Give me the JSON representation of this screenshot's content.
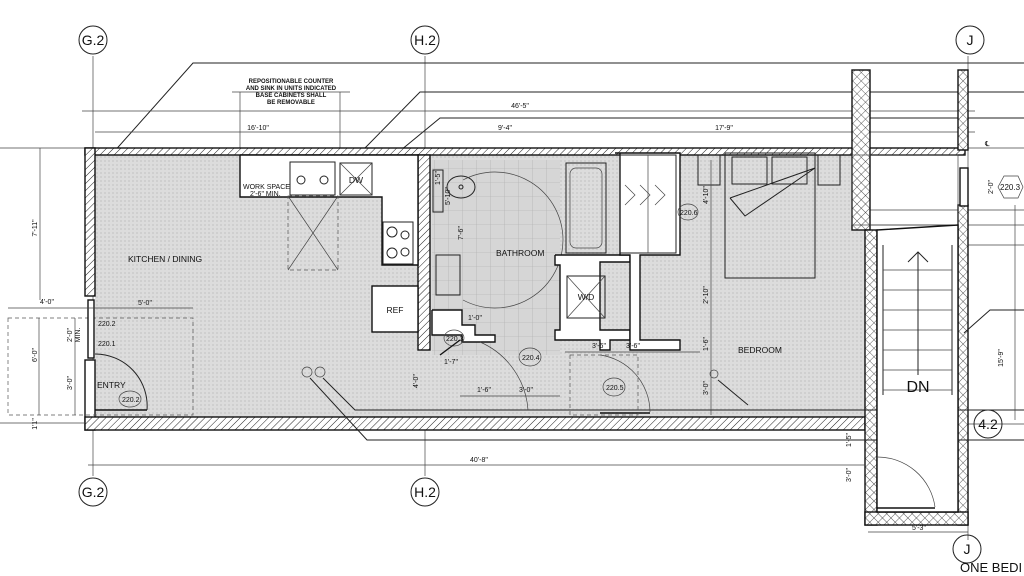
{
  "grid_labels": {
    "g2_top": "G.2",
    "h2_top": "H.2",
    "j_top": "J",
    "g2_bottom": "G.2",
    "h2_bottom": "H.2",
    "j_bottom": "J",
    "row_42": "4.2"
  },
  "note": [
    "REPOSITIONABLE COUNTER",
    "AND SINK IN UNITS INDICATED",
    "BASE CABINETS SHALL",
    "BE REMOVABLE"
  ],
  "rooms": {
    "kitchen": "KITCHEN / DINING",
    "bathroom": "BATHROOM",
    "bedroom": "BEDROOM",
    "entry": "ENTRY"
  },
  "fixtures": {
    "dishwasher": "DW",
    "refrigerator": "REF",
    "washer_dryer": "W/D",
    "work_space": "WORK SPACE",
    "work_space_min": "2'-6\" MIN.",
    "stair_dir": "DN"
  },
  "tags": {
    "t2202a": "220.2",
    "t2201": "220.1",
    "t2202b": "220.2",
    "t2203": "220.3",
    "t2204": "220.4",
    "t2205": "220.5",
    "t2206": "220.6",
    "t2207": "220.3"
  },
  "dimensions": {
    "overall": "46'-5\"",
    "left": "16'-10\"",
    "mid": "9'-4\"",
    "right": "17'-9\"",
    "bottom": "40'-8\"",
    "kitchen_h": "7'-11\"",
    "left_4": "4'-0\"",
    "entry_5": "5'-0\"",
    "win_2": "2'-0\"",
    "min": "MIN.",
    "entry_6": "6'-0\"",
    "entry_3": "3'-0\"",
    "wall_1": "1'1\"",
    "bath_76": "7'-6\"",
    "bath_15": "1'-5\"",
    "bath_510": "5'-10\"",
    "bath_1": "1'-0\"",
    "closet_17": "1'-7\"",
    "bath_16": "1'-6\"",
    "bath_30": "3'-0\"",
    "hall_40": "4'-0\"",
    "wd_36a": "3'-6\"",
    "wd_36b": "3'-6\"",
    "bed_410": "4'-10\"",
    "bed_210": "2'-10\"",
    "bed_16": "1'-6\"",
    "bed_30": "3'-0\"",
    "win_20": "2'-0\"",
    "stair_159": "15'-9\"",
    "stair_15": "1'-5\"",
    "stair_30": "3'-0\"",
    "stair_53": "5'-3\"",
    "cl": "℄"
  },
  "sheet_title": "ONE BEDI"
}
